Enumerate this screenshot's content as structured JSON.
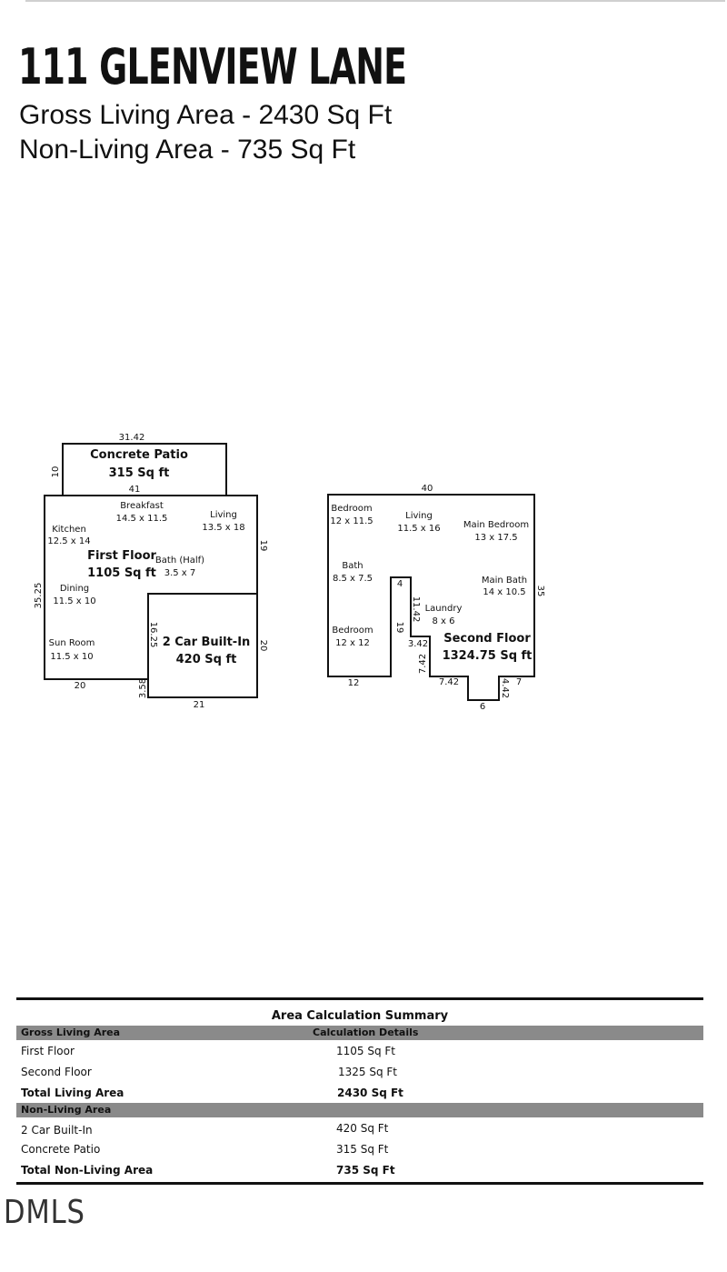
{
  "header": {
    "title": "111 GLENVIEW LANE",
    "gross_line": "Gross Living Area - 2430 Sq Ft",
    "nonliving_line": "Non-Living Area - 735 Sq Ft"
  },
  "first_floor_plan": {
    "patio_name": "Concrete Patio",
    "patio_area": "315 Sq ft",
    "floor_name": "First Floor",
    "floor_area": "1105 Sq ft",
    "garage_name": "2 Car Built-In",
    "garage_area": "420 Sq ft",
    "rooms": [
      {
        "name": "Breakfast",
        "dims": "14.5 x 11.5"
      },
      {
        "name": "Living",
        "dims": "13.5 x 18"
      },
      {
        "name": "Kitchen",
        "dims": "12.5 x 14"
      },
      {
        "name": "Bath (Half)",
        "dims": "3.5 x 7"
      },
      {
        "name": "Dining",
        "dims": "11.5 x 10"
      },
      {
        "name": "Sun Room",
        "dims": "11.5 x 10"
      }
    ],
    "dimensions": [
      "31.42",
      "10",
      "41",
      "19",
      "35.25",
      "16.25",
      "20",
      "20",
      "3.58",
      "21"
    ]
  },
  "second_floor_plan": {
    "floor_name": "Second Floor",
    "floor_area": "1324.75 Sq ft",
    "rooms": [
      {
        "name": "Bedroom",
        "dims": "12 x 11.5"
      },
      {
        "name": "Living",
        "dims": "11.5 x 16"
      },
      {
        "name": "Main Bedroom",
        "dims": "13 x 17.5"
      },
      {
        "name": "Bath",
        "dims": "8.5 x 7.5"
      },
      {
        "name": "Main Bath",
        "dims": "14 x 10.5"
      },
      {
        "name": "Laundry",
        "dims": "8 x 6"
      },
      {
        "name": "Bedroom",
        "dims": "12 x 12"
      }
    ],
    "dimensions": [
      "40",
      "35",
      "4",
      "11.42",
      "19",
      "3.42",
      "7.42",
      "12",
      "7.42",
      "7",
      "4.42",
      "6"
    ]
  },
  "summary": {
    "title": "Area Calculation Summary",
    "gross_header": "Gross Living Area",
    "details_header": "Calculation Details",
    "living_rows": [
      {
        "label": "First Floor",
        "value": "1105 Sq Ft"
      },
      {
        "label": "Second Floor",
        "value": "1325 Sq Ft"
      }
    ],
    "living_total": {
      "label": "Total Living Area",
      "value": "2430 Sq Ft"
    },
    "nonliving_header": "Non-Living Area",
    "nonliving_rows": [
      {
        "label": "2 Car Built-In",
        "value": "420 Sq Ft"
      },
      {
        "label": "Concrete Patio",
        "value": "315 Sq Ft"
      }
    ],
    "nonliving_total": {
      "label": "Total Non-Living Area",
      "value": "735 Sq Ft"
    }
  },
  "logo_text": "DMLS"
}
